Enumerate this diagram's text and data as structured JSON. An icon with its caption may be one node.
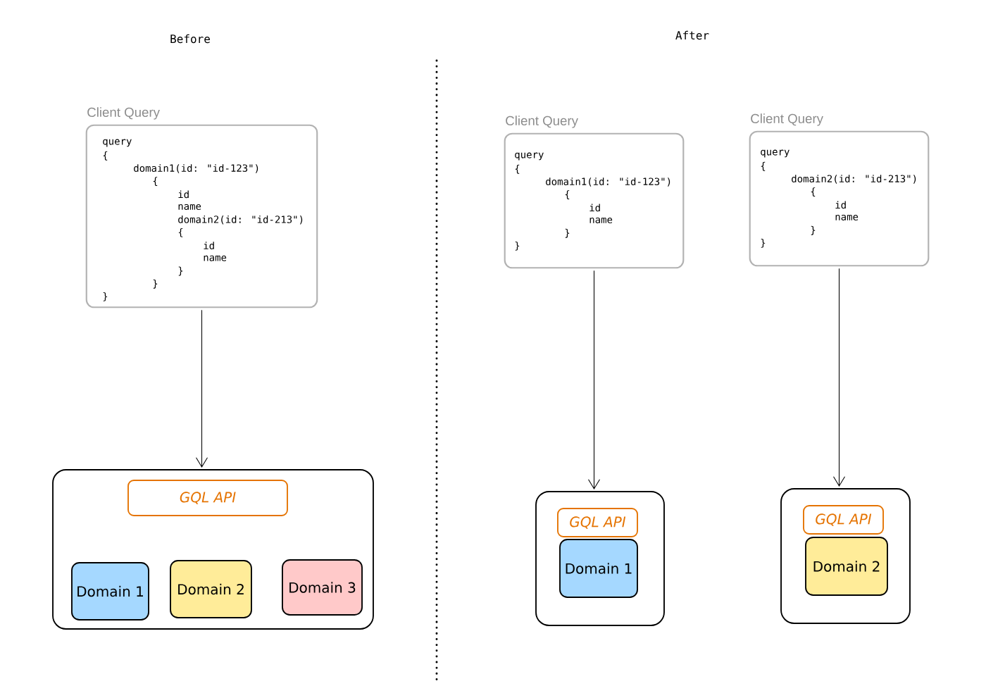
{
  "diagram": {
    "nodes": [
      {
        "text": [
          "Client Query",
          "query",
          "{",
          "domain1(id: \"id-123\")",
          "{",
          "id",
          "name",
          "domain2(id: \"id-213\")",
          "{",
          "id",
          "name",
          "}",
          "}",
          "}"
        ]
      },
      {
        "text": [],
        "shape": "box"
      },
      {
        "text": [
          "GQL API"
        ],
        "in": 1
      },
      {
        "text": [
          "Domain 1"
        ],
        "in": 1
      },
      {
        "text": [
          "Domain 2"
        ],
        "in": 1
      },
      {
        "text": [
          "Domain 3"
        ],
        "in": 1
      },
      {
        "text": [
          "Client Query",
          "query",
          "{",
          "domain1(id: \"id-123\")",
          "{",
          "id",
          "name",
          "}",
          "}"
        ]
      },
      {
        "text": [
          "Client Query",
          "query",
          "{",
          "domain2(id: \"id-213\")",
          "{",
          "id",
          "name",
          "}",
          "}"
        ]
      },
      {
        "text": [],
        "shape": "box"
      },
      {
        "text": [
          "GQL API"
        ],
        "in": 8
      },
      {
        "text": [
          "Domain 1"
        ],
        "in": 8
      },
      {
        "text": [],
        "shape": "box"
      },
      {
        "text": [
          "GQL API"
        ],
        "in": 11
      },
      {
        "text": [
          "Domain 2"
        ],
        "in": 11
      }
    ],
    "edges": [
      {
        "from": 0,
        "to": 1,
        "arrow": "to"
      },
      {
        "from": 6,
        "to": 8,
        "arrow": "to"
      },
      {
        "from": 7,
        "to": 11,
        "arrow": "to"
      }
    ],
    "labels": [
      "Before",
      "After"
    ]
  }
}
